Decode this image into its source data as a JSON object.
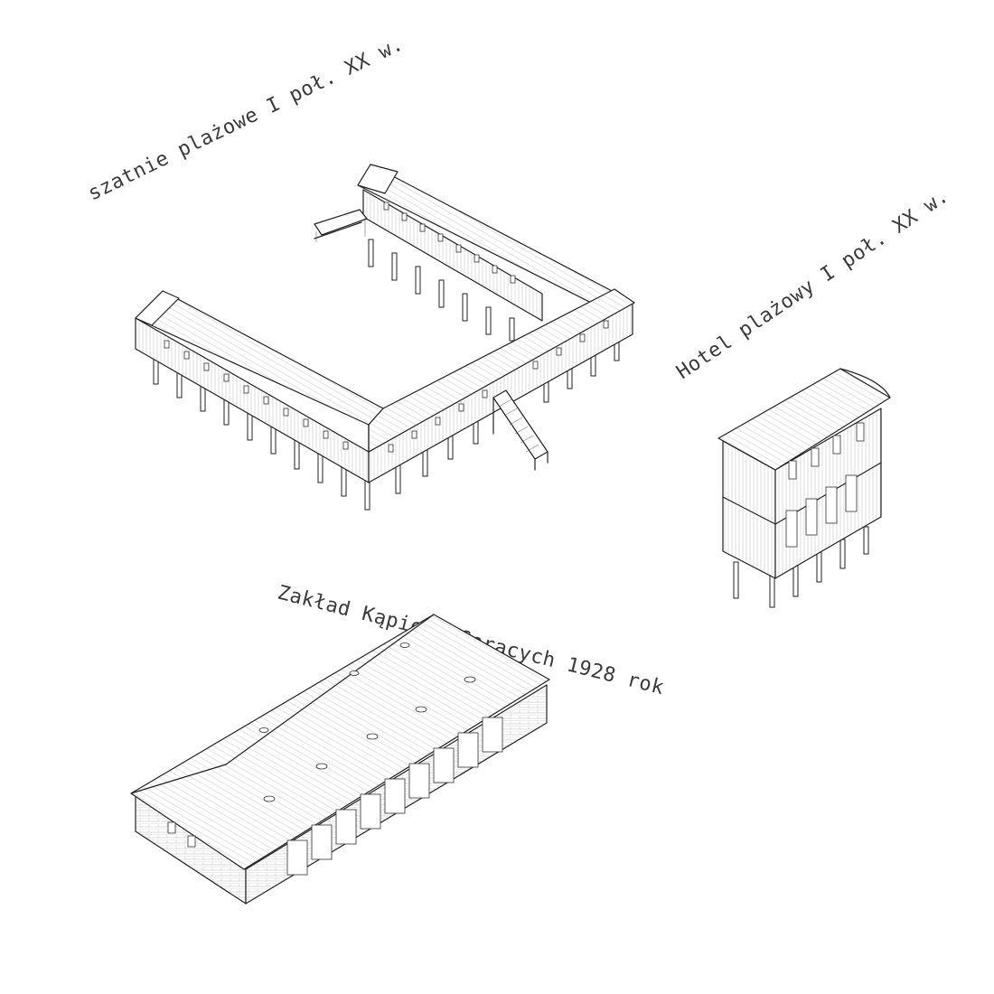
{
  "labels": {
    "beach_changing_rooms": "szatnie plażowe I poł. XX w.",
    "beach_hotel": "Hotel plażowy I poł. XX w.",
    "hot_baths": "Zakład Kąpieli Gorących 1928 rok"
  },
  "colors": {
    "background": "#ffffff",
    "line": "#222222",
    "text": "#3a3a3a"
  }
}
